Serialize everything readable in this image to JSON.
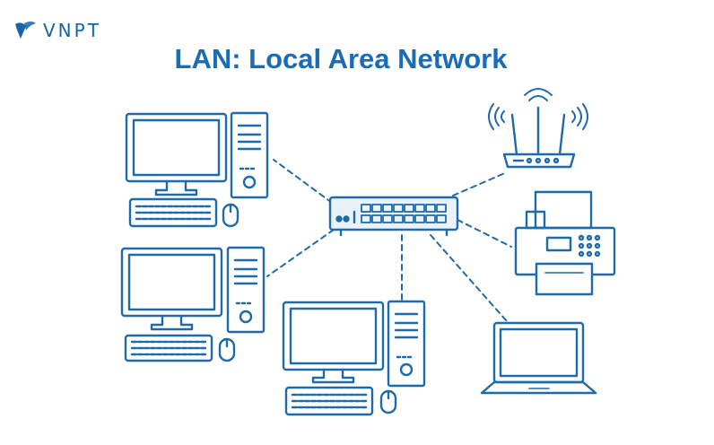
{
  "brand": {
    "name": "VNPT",
    "logo_icon": "vnpt-logo-icon"
  },
  "title": "LAN: Local Area Network",
  "colors": {
    "accent": "#1565a8",
    "title": "#1a6db5",
    "line": "#1f6aa8",
    "fill_light": "#e9f2fa"
  },
  "nodes": [
    {
      "id": "desktop-1",
      "kind": "desktop-computer"
    },
    {
      "id": "desktop-2",
      "kind": "desktop-computer"
    },
    {
      "id": "desktop-3",
      "kind": "desktop-computer"
    },
    {
      "id": "switch",
      "kind": "network-switch"
    },
    {
      "id": "router",
      "kind": "wifi-router"
    },
    {
      "id": "printer",
      "kind": "printer"
    },
    {
      "id": "laptop",
      "kind": "laptop"
    }
  ],
  "links": [
    {
      "from": "switch",
      "to": "desktop-1"
    },
    {
      "from": "switch",
      "to": "desktop-2"
    },
    {
      "from": "switch",
      "to": "desktop-3"
    },
    {
      "from": "switch",
      "to": "router"
    },
    {
      "from": "switch",
      "to": "printer"
    },
    {
      "from": "switch",
      "to": "laptop"
    }
  ]
}
